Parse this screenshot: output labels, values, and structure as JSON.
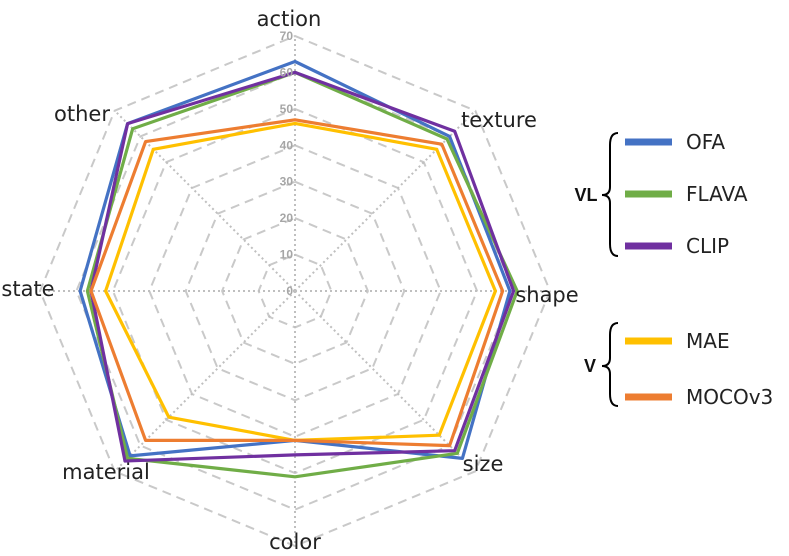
{
  "chart_data": {
    "type": "radar",
    "axes": [
      "action",
      "texture",
      "shape",
      "size",
      "color",
      "material",
      "state",
      "other"
    ],
    "r_range": [
      0,
      70
    ],
    "ticks": [
      0,
      10,
      20,
      30,
      40,
      50,
      60,
      70
    ],
    "grid": true,
    "series": [
      {
        "name": "OFA",
        "group": "VL",
        "color": "#4472c4",
        "values": [
          63,
          60,
          59,
          65,
          41,
          64,
          59,
          65
        ]
      },
      {
        "name": "FLAVA",
        "group": "VL",
        "color": "#70ad47",
        "values": [
          60,
          59,
          61,
          63,
          51,
          65,
          57,
          63
        ]
      },
      {
        "name": "CLIP",
        "group": "VL",
        "color": "#7030a0",
        "values": [
          60,
          62,
          60,
          62,
          45,
          66,
          56,
          65
        ]
      },
      {
        "name": "MAE",
        "group": "V",
        "color": "#ffc000",
        "values": [
          46,
          55,
          55,
          56,
          41,
          49,
          52,
          55
        ]
      },
      {
        "name": "MOCOv3",
        "group": "V",
        "color": "#ed7d31",
        "values": [
          47,
          57,
          57,
          60,
          41,
          58,
          56,
          58
        ]
      }
    ]
  },
  "legend": {
    "groups": [
      {
        "label": "VL",
        "members": [
          "OFA",
          "FLAVA",
          "CLIP"
        ]
      },
      {
        "label": "V",
        "members": [
          "MAE",
          "MOCOv3"
        ]
      }
    ]
  }
}
